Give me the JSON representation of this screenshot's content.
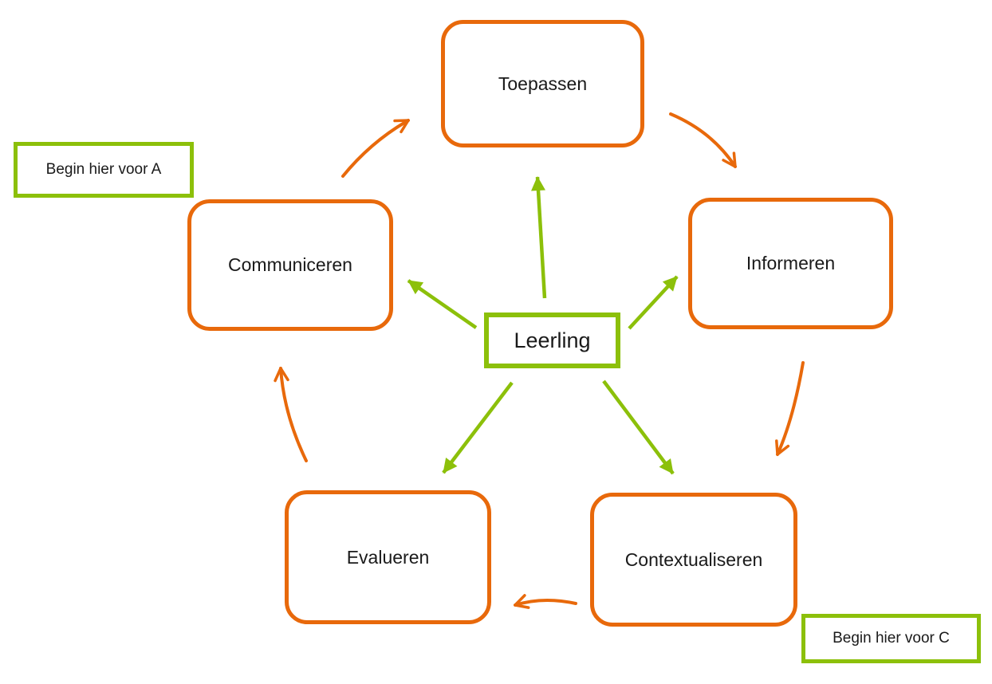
{
  "diagram": {
    "center": {
      "label": "Leerling"
    },
    "nodes": [
      {
        "id": "toepassen",
        "label": "Toepassen"
      },
      {
        "id": "informeren",
        "label": "Informeren"
      },
      {
        "id": "contextualiseren",
        "label": "Contextualiseren"
      },
      {
        "id": "evalueren",
        "label": "Evalueren"
      },
      {
        "id": "communiceren",
        "label": "Communiceren"
      }
    ],
    "annotations": [
      {
        "id": "begin-a",
        "label": "Begin hier voor A"
      },
      {
        "id": "begin-c",
        "label": "Begin hier voor C"
      }
    ],
    "cycle_order": [
      "Toepassen",
      "Informeren",
      "Contextualiseren",
      "Evalueren",
      "Communiceren"
    ],
    "spokes_from_center_to": [
      "Toepassen",
      "Informeren",
      "Contextualiseren",
      "Evalueren",
      "Communiceren"
    ],
    "colors": {
      "node_border_orange": "#E8690B",
      "accent_green": "#8CC00A",
      "text": "#1A1A1A",
      "background": "#FFFFFF"
    }
  }
}
